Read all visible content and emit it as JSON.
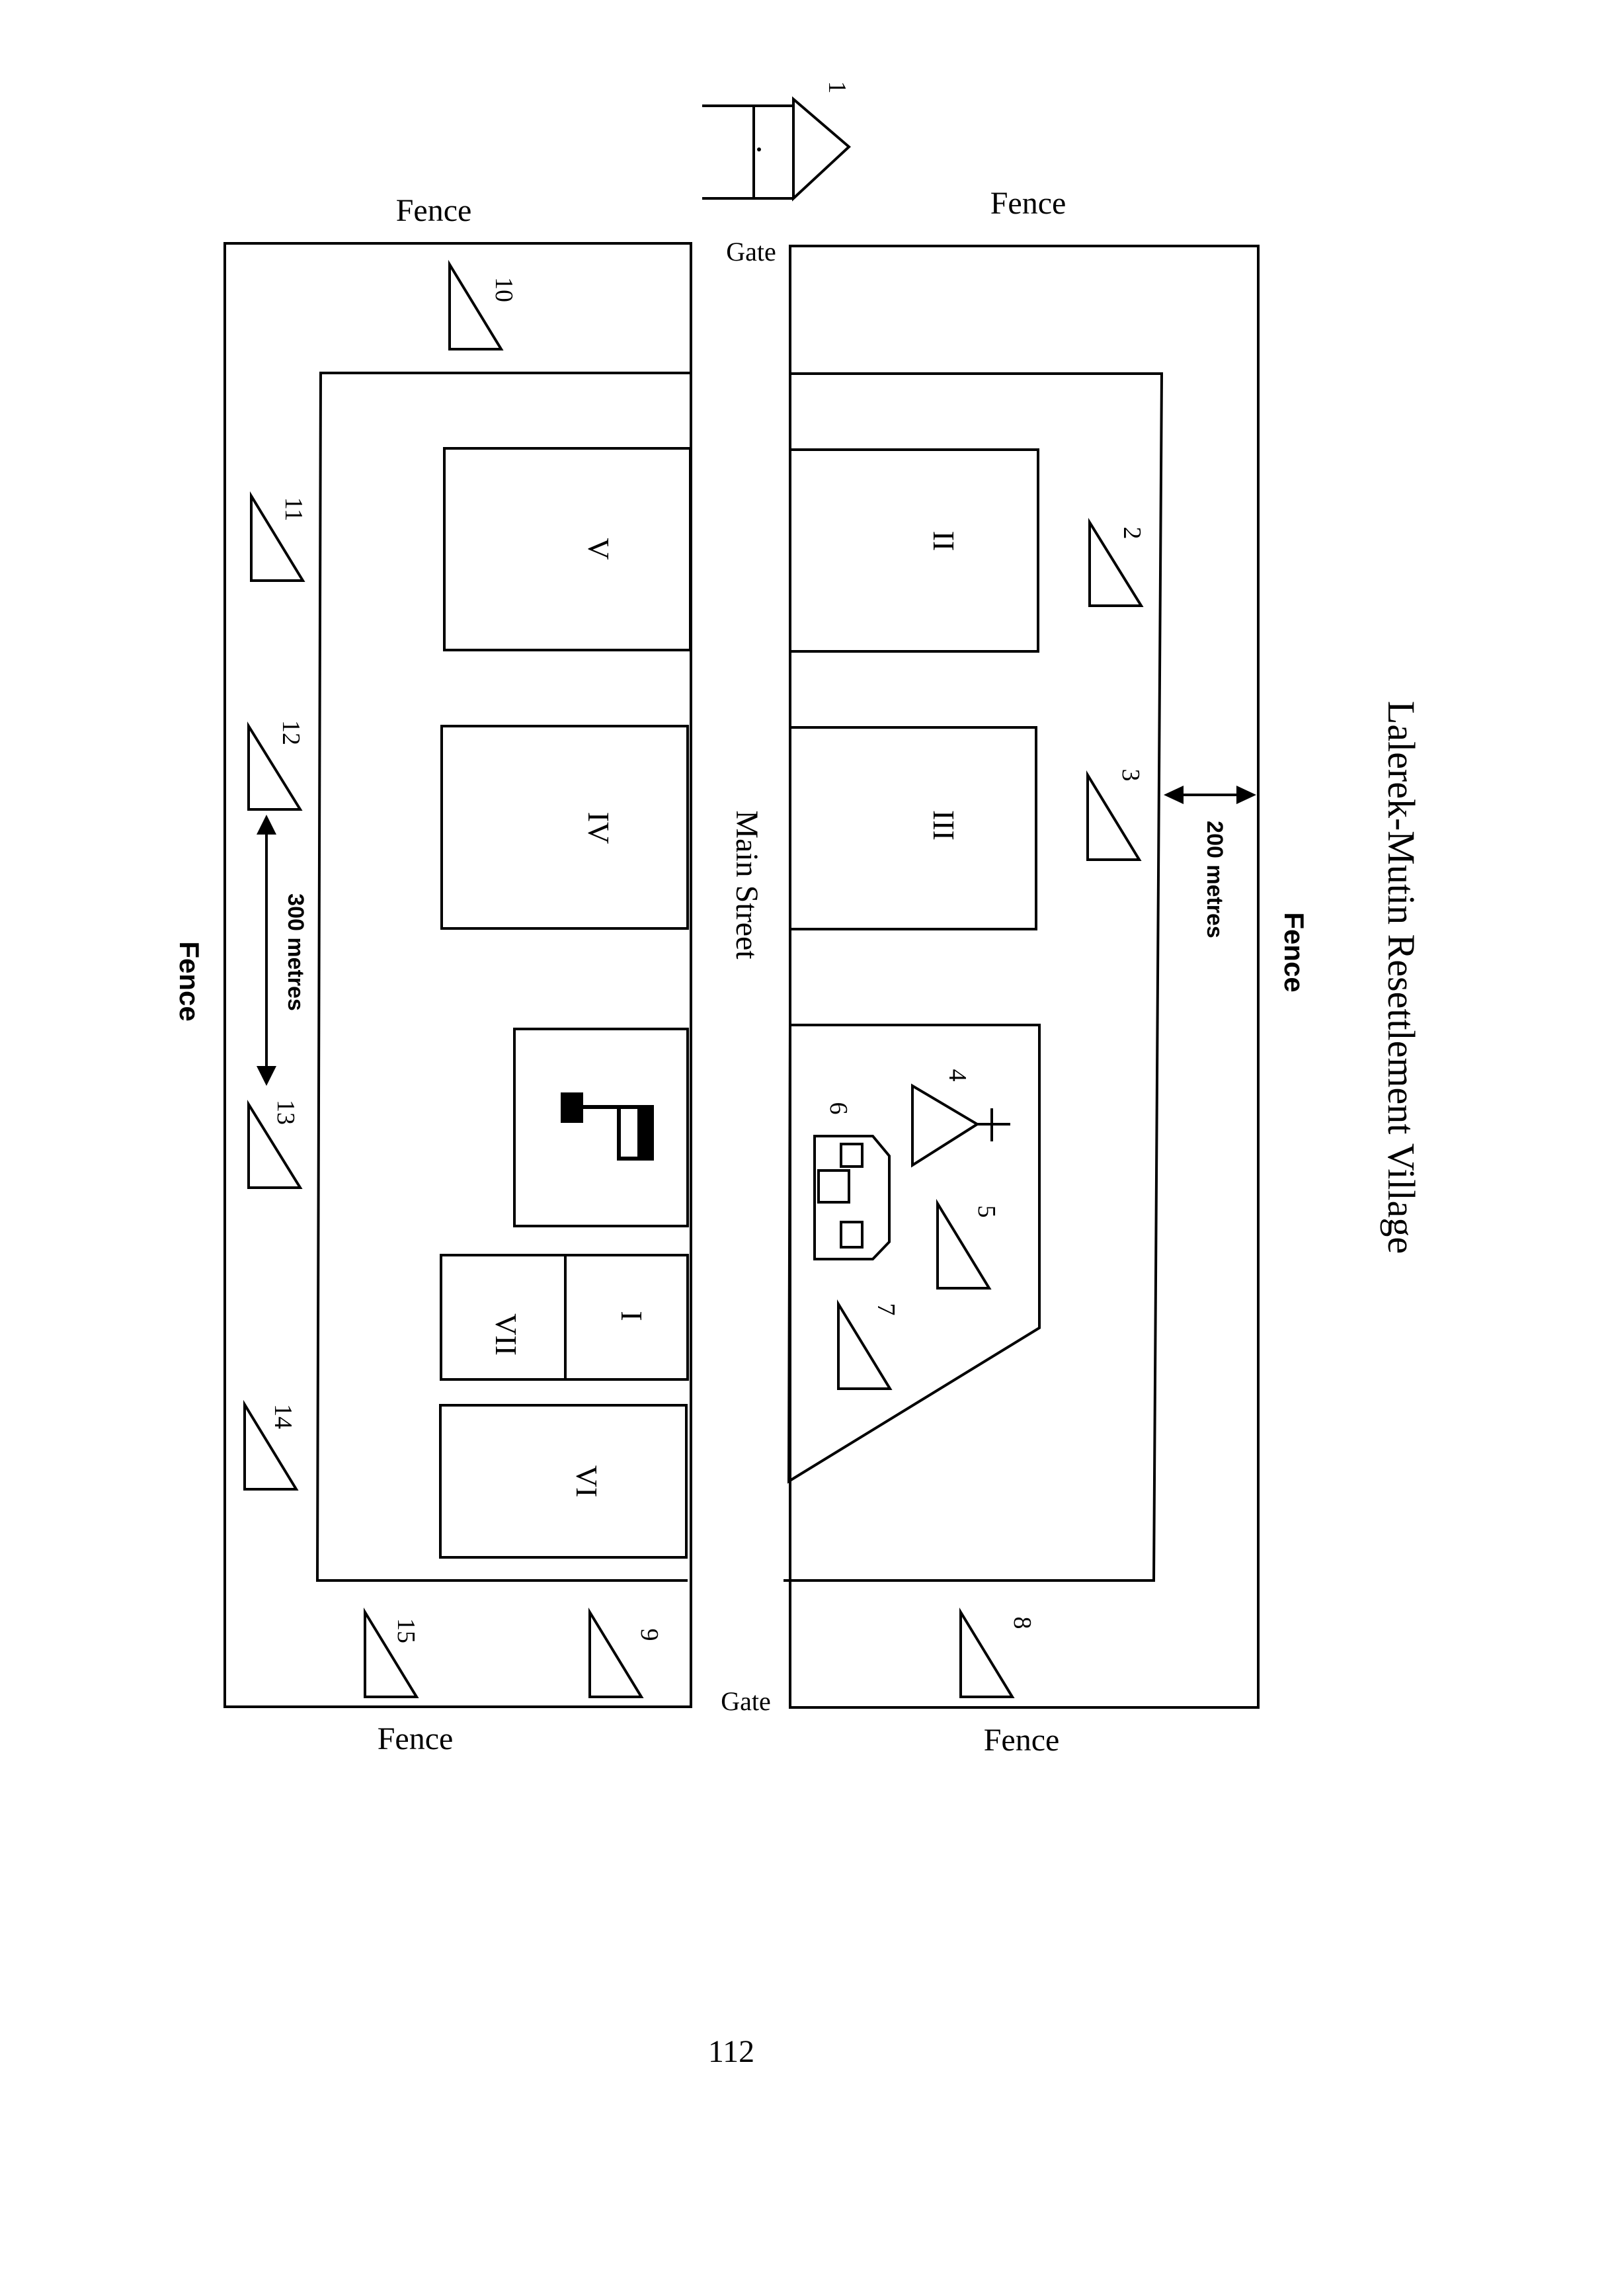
{
  "title": "Lalerek-Mutin Resettlement Village",
  "fence_labels": {
    "top_left": "Fence",
    "top_right": "Fence",
    "bottom_left": "Fence",
    "bottom_right": "Fence",
    "left_side": "Fence",
    "right_side": "Fence"
  },
  "gate_labels": {
    "top": "Gate",
    "bottom": "Gate"
  },
  "street_label": "Main Street",
  "distances": {
    "vertical": "300 metres",
    "horizontal": "200 metres"
  },
  "blocks": {
    "block_v": "V",
    "block_iv": "IV",
    "block_ii": "II",
    "block_iii": "III",
    "block_i": "I",
    "block_vii": "VII",
    "block_vi": "VI"
  },
  "markers": [
    "1",
    "2",
    "3",
    "4",
    "5",
    "6",
    "7",
    "8",
    "9",
    "10",
    "11",
    "12",
    "13",
    "14",
    "15"
  ],
  "page_number": "112"
}
